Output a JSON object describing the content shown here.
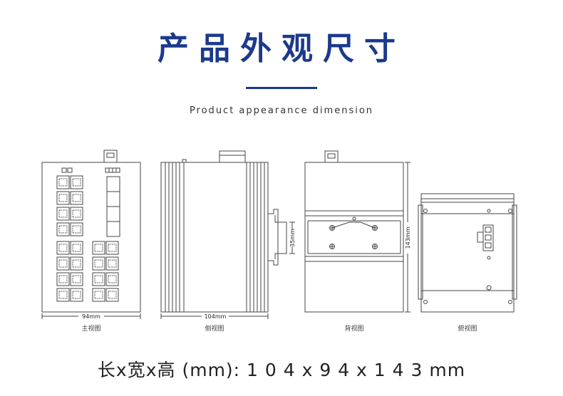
{
  "header": {
    "title": "产品外观尺寸",
    "subtitle": "Product appearance dimension"
  },
  "views": {
    "front": {
      "caption": "主视图",
      "width_label": "94mm"
    },
    "side": {
      "caption": "侧视图",
      "width_label": "104mm"
    },
    "back": {
      "caption": "背视图",
      "rail_label": "35mm",
      "height_label": "143mm"
    },
    "top": {
      "caption": "俯视图"
    }
  },
  "footer": {
    "dimensions": "长x宽x高 (mm): 1 0 4   x   9 4   x   1 4 3 mm"
  },
  "colors": {
    "accent": "#1b3a8c",
    "line": "#444444"
  }
}
